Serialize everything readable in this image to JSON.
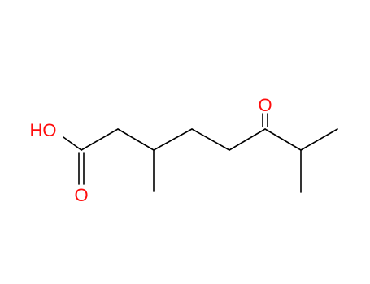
{
  "molecule": {
    "atom_labels": {
      "hydroxyl": "HO",
      "acid_carbonyl_oxygen": "O",
      "ketone_oxygen": "O"
    },
    "colors": {
      "heteroatom": "#ff0d0d",
      "bond": "#000000",
      "background": "#ffffff"
    }
  }
}
